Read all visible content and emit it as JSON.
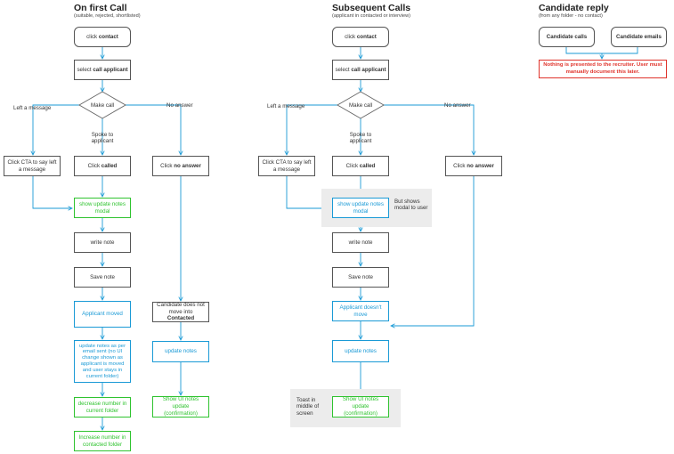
{
  "headers": {
    "first_title": "On first Call",
    "first_sub": "(suitable, rejected, shortlisted)",
    "subsequent_title": "Subsequent Calls",
    "subsequent_sub": "(applicant in contacted or interview)",
    "reply_title": "Candidate reply",
    "reply_sub": "(from any folder - no contact)"
  },
  "first": {
    "click_pre": "click ",
    "click_bold": "contact",
    "select_pre": "select ",
    "select_bold": "call applicant",
    "make_call": "Make call",
    "left_message": "Left a message",
    "no_answer_label": "No answer",
    "spoke_to": "Spoke to applicant",
    "cta_leave": "Click CTA to say left a message",
    "called_pre": "Click ",
    "called_bold": "called",
    "noans_pre": "Click ",
    "noans_bold": "no answer",
    "show_modal": "show update notes modal",
    "write_note": "write note",
    "save_note": "Save note",
    "applicant_moved": "Applicant moved",
    "update_notes_email": "update notes as per email sent (no UI change shown as applicant is moved and user stays in current folder)",
    "decrease": "decrease number in current folder",
    "increase": "Increase number in contacted folder",
    "not_move_pre": "Candidate does not move into ",
    "not_move_bold": "Contacted",
    "update_notes": "update notes",
    "show_ui": "Show UI notes update (confirmation)"
  },
  "subsequent": {
    "click_pre": "click ",
    "click_bold": "contact",
    "select_pre": "select ",
    "select_bold": "call applicant",
    "make_call": "Make call",
    "left_message": "Left a message",
    "no_answer_label": "No answer",
    "spoke_to": "Spoke to applicant",
    "cta_leave": "Click CTA to say left a message",
    "called_pre": "Click ",
    "called_bold": "called",
    "noans_pre": "Click ",
    "noans_bold": "no answer",
    "show_modal": "show update notes modal",
    "modal_note": "But shows modal to user",
    "write_note": "write note",
    "save_note": "Save note",
    "doesnt_move": "Applicant doesn't move",
    "update_notes": "update notes",
    "show_ui": "Show UI notes update (confirmation)",
    "toast_note": "Toast in middle of screen"
  },
  "reply": {
    "calls": "Candidate calls",
    "emails": "Candidate emails",
    "warning": "Nothing is presented to the recruiter. User must manually document this later."
  },
  "colors": {
    "connector": "#1a9ad6",
    "green": "#2fc32f",
    "red": "#e0342c",
    "note_bg": "#ececec"
  }
}
